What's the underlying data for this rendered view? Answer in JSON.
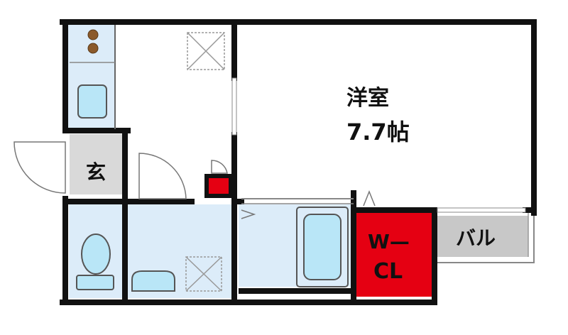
{
  "rooms": {
    "western_room": {
      "name": "洋室",
      "size": "7.7帖"
    },
    "entrance": {
      "label": "玄"
    },
    "walk_in_closet": {
      "label_line1": "W—",
      "label_line2": "CL"
    },
    "balcony": {
      "label": "バル"
    }
  },
  "colors": {
    "wall": "#111111",
    "wet_area": "#dcecf9",
    "fixture": "#b9e6f7",
    "entrance_floor": "#d9d9d9",
    "balcony_floor": "#c8c8c8",
    "closet": "#e50012",
    "stove_knob": "#8b5a2b"
  }
}
